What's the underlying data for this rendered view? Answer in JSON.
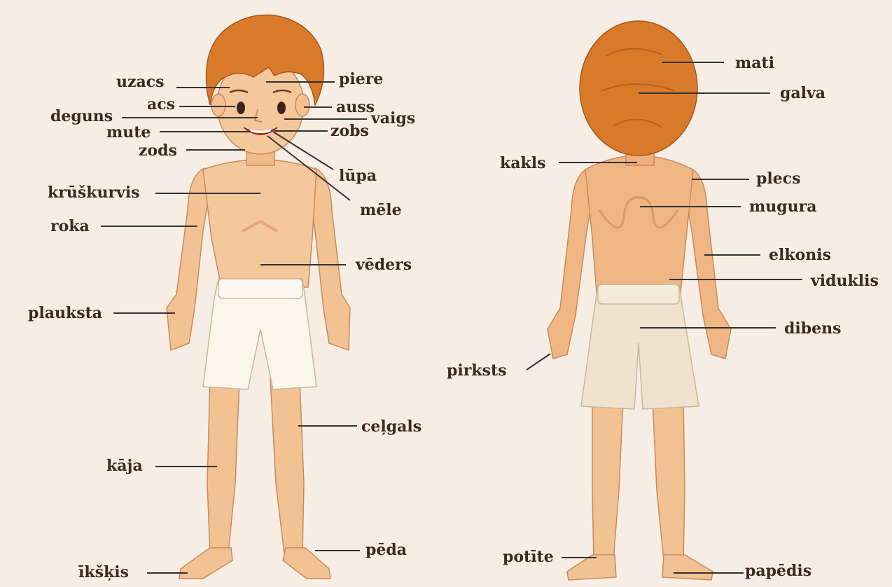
{
  "colors": {
    "background": "#f6eee4",
    "skin": "#f3c293",
    "hair": "#d97a2a",
    "shorts": "#fbf6ec",
    "text": "#3a2a22",
    "leader": "#333333"
  },
  "front_labels": {
    "uzacs": "uzacs",
    "acs": "acs",
    "deguns": "deguns",
    "mute": "mute",
    "zods": "zods",
    "piere": "piere",
    "auss": "auss",
    "vaigs": "vaigs",
    "zobs": "zobs",
    "lupa": "lūpa",
    "mele": "mēle",
    "kruskurvis": "krūškurvis",
    "roka": "roka",
    "vedes": "vēders",
    "plauksta": "plauksta",
    "celgals": "ceļgals",
    "kaja": "kāja",
    "peda": "pēda",
    "ikskis": "īkšķis"
  },
  "back_labels": {
    "mati": "mati",
    "galva": "galva",
    "kakls": "kakls",
    "plecs": "plecs",
    "mugura": "mugura",
    "elkonis": "elkonis",
    "viduklis": "viduklis",
    "dibens": "dibens",
    "pirksts": "pirksts",
    "potite": "potīte",
    "papedis": "papēdis"
  }
}
